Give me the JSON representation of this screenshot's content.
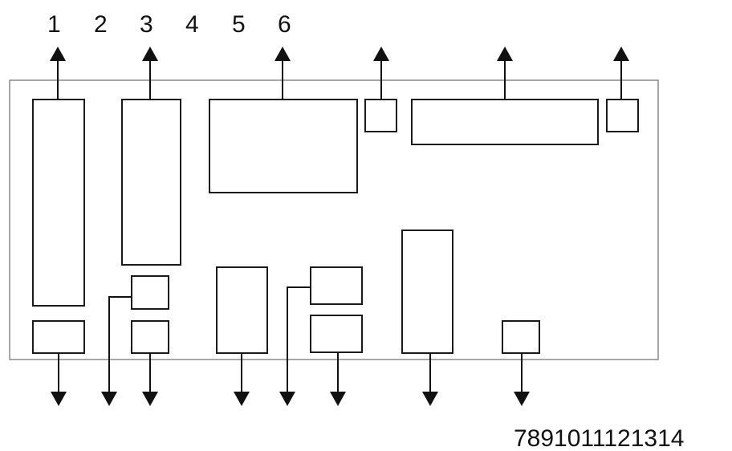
{
  "top_labels": [
    "1",
    "2",
    "3",
    "4",
    "5",
    "6"
  ],
  "bottom_label": "7891011121314",
  "colors": {
    "frame": "#8a8a8a",
    "box": "#1a1a1a",
    "arrow": "#111111",
    "text": "#111111"
  }
}
